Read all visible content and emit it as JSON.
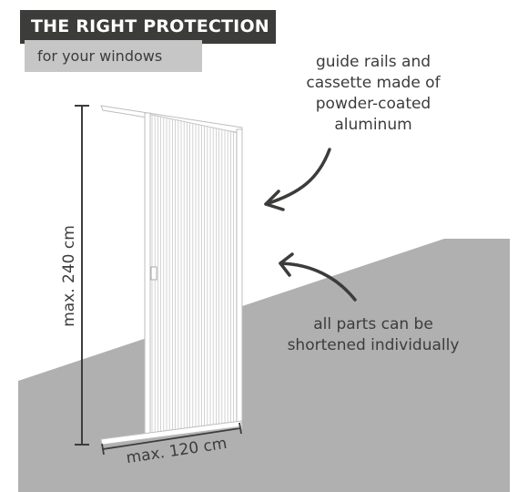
{
  "header": {
    "title": "THE RIGHT PROTECTION",
    "subtitle": "for your windows"
  },
  "annotations": {
    "guide_rails": [
      "guide rails and",
      "cassette made of",
      "powder-coated",
      "aluminum"
    ],
    "shortened": [
      "all parts can be",
      "shortened individually"
    ]
  },
  "dimensions": {
    "height_label": "max. 240 cm",
    "width_label": "max. 120 cm"
  },
  "colors": {
    "dark": "#3c3c3b",
    "banner_sub": "#c6c6c6",
    "background_shape": "#b0b0b0",
    "product": "#ffffff"
  }
}
